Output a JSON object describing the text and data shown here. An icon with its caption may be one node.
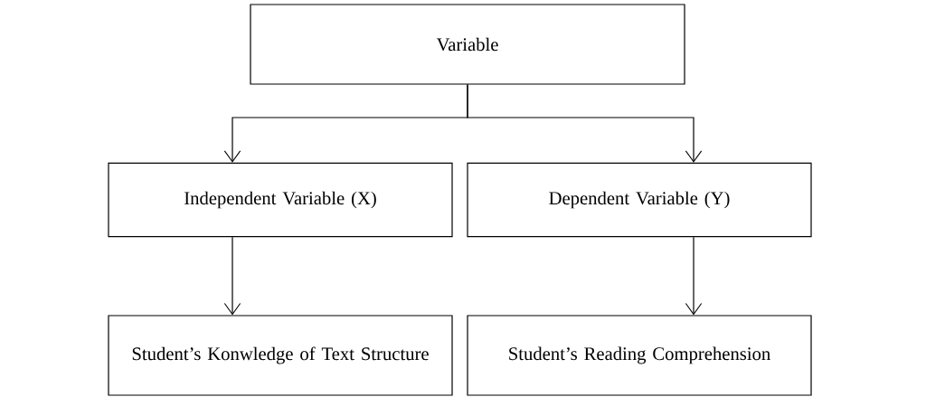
{
  "diagram": {
    "nodes": [
      {
        "text": [
          "Variable"
        ]
      },
      {
        "text": [
          "Independent Variable (X)"
        ]
      },
      {
        "text": [
          "Dependent Variable (Y)"
        ]
      },
      {
        "text": [
          "Student’s Konwledge of Text Structure"
        ]
      },
      {
        "text": [
          "Student’s Reading Comprehension"
        ]
      }
    ],
    "edges": [
      {
        "from": 0,
        "to": 1,
        "arrow": "to"
      },
      {
        "from": 0,
        "to": 2,
        "arrow": "to"
      },
      {
        "from": 1,
        "to": 3,
        "arrow": "to"
      },
      {
        "from": 2,
        "to": 4,
        "arrow": "to"
      }
    ]
  }
}
